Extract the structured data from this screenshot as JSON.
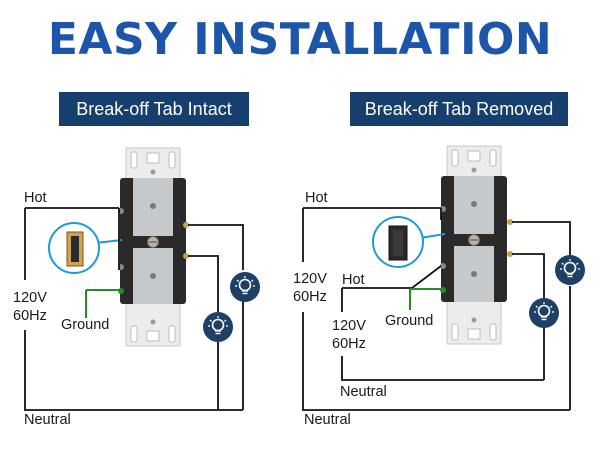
{
  "title": "EASY INSTALLATION",
  "panels": [
    {
      "heading": "Break-off Tab Intact",
      "labels": {
        "hot": "Hot",
        "voltage": "120V",
        "frequency": "60Hz",
        "ground": "Ground",
        "neutral": "Neutral"
      }
    },
    {
      "heading": "Break-off Tab Removed",
      "labels": {
        "hot_upper": "Hot",
        "voltage_upper": "120V",
        "frequency_upper": "60Hz",
        "hot_lower": "Hot",
        "voltage_lower": "120V",
        "frequency_lower": "60Hz",
        "ground": "Ground",
        "neutral_inner": "Neutral",
        "neutral_outer": "Neutral"
      }
    }
  ],
  "icons": [
    "outlet-icon",
    "light-bulb-icon",
    "magnifier-callout-icon"
  ],
  "colors": {
    "title": "#1d56a8",
    "banner": "#173f6e",
    "bulb_circle": "#1e3f66",
    "ground_wire": "#2a8a2a",
    "wire": "#111111",
    "plate": "#ececec",
    "callout": "#1f9ad6"
  }
}
